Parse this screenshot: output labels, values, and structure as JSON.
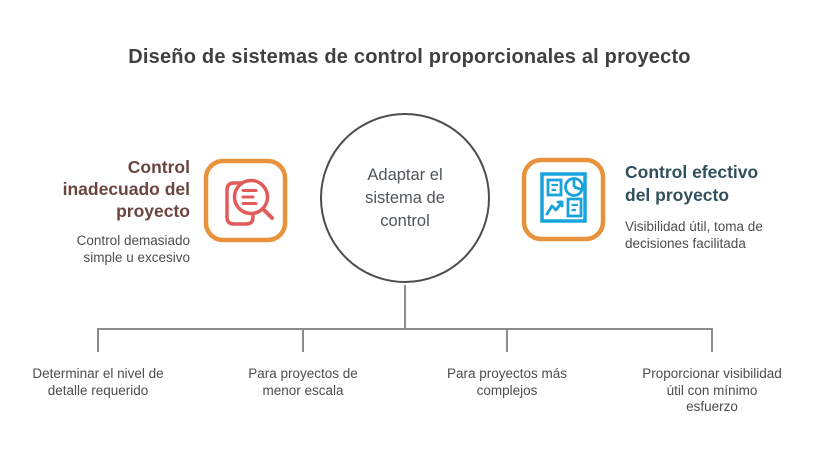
{
  "title": "Diseño de sistemas de control proporcionales al proyecto",
  "center": {
    "label": "Adaptar el\nsistema de\ncontrol"
  },
  "left": {
    "heading": "Control\ninadecuado del\nproyecto",
    "subtext": "Control demasiado\nsimple u excesivo",
    "icon_name": "document-magnifier-icon"
  },
  "right": {
    "heading": "Control efectivo\ndel proyecto",
    "subtext": "Visibilidad útil, toma de\ndecisiones facilitada",
    "icon_name": "dashboard-charts-icon"
  },
  "branches": [
    {
      "label": "Determinar el nivel de\ndetalle requerido"
    },
    {
      "label": "Para proyectos de\nmenor escala"
    },
    {
      "label": "Para proyectos más\ncomplejos"
    },
    {
      "label": "Proporcionar visibilidad\nútil con mínimo\nesfuerzo"
    }
  ],
  "colors": {
    "accent_orange": "#E8923C",
    "accent_red": "#E25B5B",
    "accent_blue": "#18A3DD",
    "left_heading_text": "#6A453F",
    "right_heading_text": "#31505C",
    "body_text": "#4D4D4D",
    "title_text": "#404040",
    "circle_border": "#4D4D4D",
    "connector_line": "#8C8C8C"
  }
}
